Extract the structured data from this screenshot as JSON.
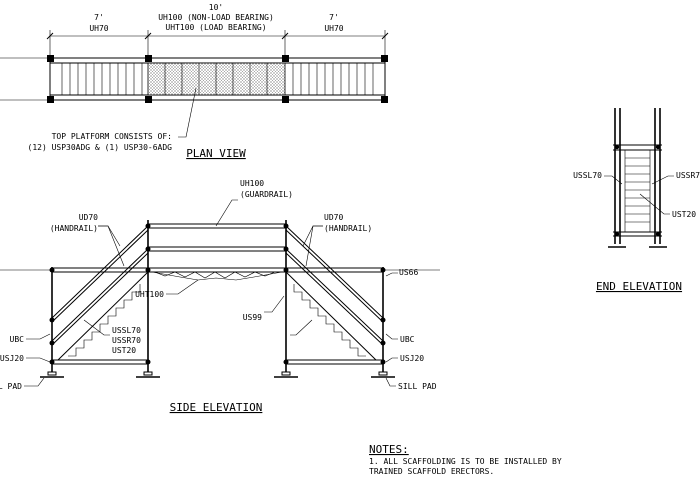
{
  "plan_view": {
    "dim_left": "7'",
    "dim_left_part": "UH70",
    "dim_center": "10'",
    "dim_center_line1": "UH100 (NON-LOAD BEARING)",
    "dim_center_line2": "UHT100 (LOAD BEARING)",
    "dim_right": "7'",
    "dim_right_part": "UH70",
    "platform_note_line1": "TOP PLATFORM CONSISTS OF:",
    "platform_note_line2": "(12) USP30ADG & (1) USP30-6ADG",
    "title": "PLAN VIEW"
  },
  "side_elevation": {
    "uh100": "UH100",
    "guardrail": "(GUARDRAIL)",
    "ud70_left": "UD70",
    "handrail_left": "(HANDRAIL)",
    "ud70_right": "UD70",
    "handrail_right": "(HANDRAIL)",
    "us66": "US66",
    "uht100": "UHT100",
    "us99": "US99",
    "ubc_left": "UBC",
    "usj20_left": "USJ20",
    "sill_pad_left": "SILL PAD",
    "stair_left_1": "USSL70",
    "stair_left_2": "USSR70",
    "stair_left_3": "UST20",
    "ubc_right": "UBC",
    "usj20_right": "USJ20",
    "sill_pad_right": "SILL PAD",
    "title": "SIDE ELEVATION"
  },
  "end_elevation": {
    "ussl70": "USSL70",
    "ussr": "USSR7",
    "ust20": "UST20",
    "title": "END ELEVATION"
  },
  "notes": {
    "title": "NOTES:",
    "line1": "1. ALL SCAFFOLDING IS TO BE INSTALLED BY",
    "line2": "TRAINED SCAFFOLD ERECTORS."
  }
}
